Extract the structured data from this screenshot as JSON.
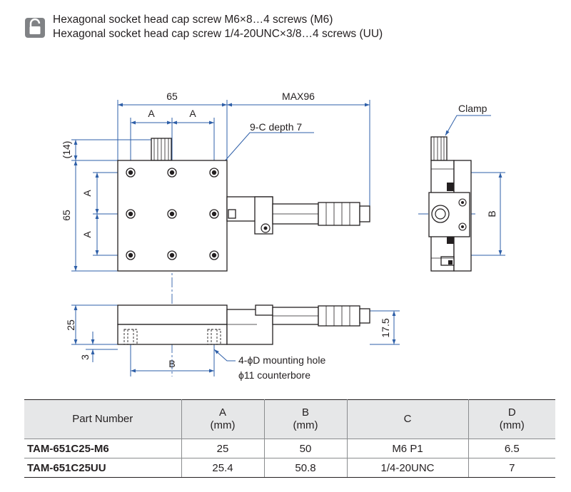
{
  "notes": [
    "Hexagonal socket head cap screw M6×8…4 screws (M6)",
    "Hexagonal socket head cap screw 1/4-20UNC×3/8…4 screws (UU)"
  ],
  "drawing_labels": {
    "width_65": "65",
    "max96": "MAX96",
    "a_top_1": "A",
    "a_top_2": "A",
    "holes": "9-C depth 7",
    "dim_14": "(14)",
    "height_65": "65",
    "a_side_1": "A",
    "a_side_2": "A",
    "clamp": "Clamp",
    "b_side": "B",
    "dim_25": "25",
    "dim_3": "3",
    "b_bottom": "B",
    "dim_17_5": "17.5",
    "mount_hole": "4-ϕD mounting hole",
    "counterbore": "ϕ11 counterbore"
  },
  "table": {
    "headers": [
      {
        "main": "Part Number",
        "sub": ""
      },
      {
        "main": "A",
        "sub": "(mm)"
      },
      {
        "main": "B",
        "sub": "(mm)"
      },
      {
        "main": "C",
        "sub": ""
      },
      {
        "main": "D",
        "sub": "(mm)"
      }
    ],
    "rows": [
      [
        "TAM-651C25-M6",
        "25",
        "50",
        "M6 P1",
        "6.5"
      ],
      [
        "TAM-651C25UU",
        "25.4",
        "50.8",
        "1/4-20UNC",
        "7"
      ]
    ]
  },
  "colors": {
    "dimension": "#2e5fa8",
    "line": "#231f20",
    "header_bg": "#e6e7e8"
  }
}
